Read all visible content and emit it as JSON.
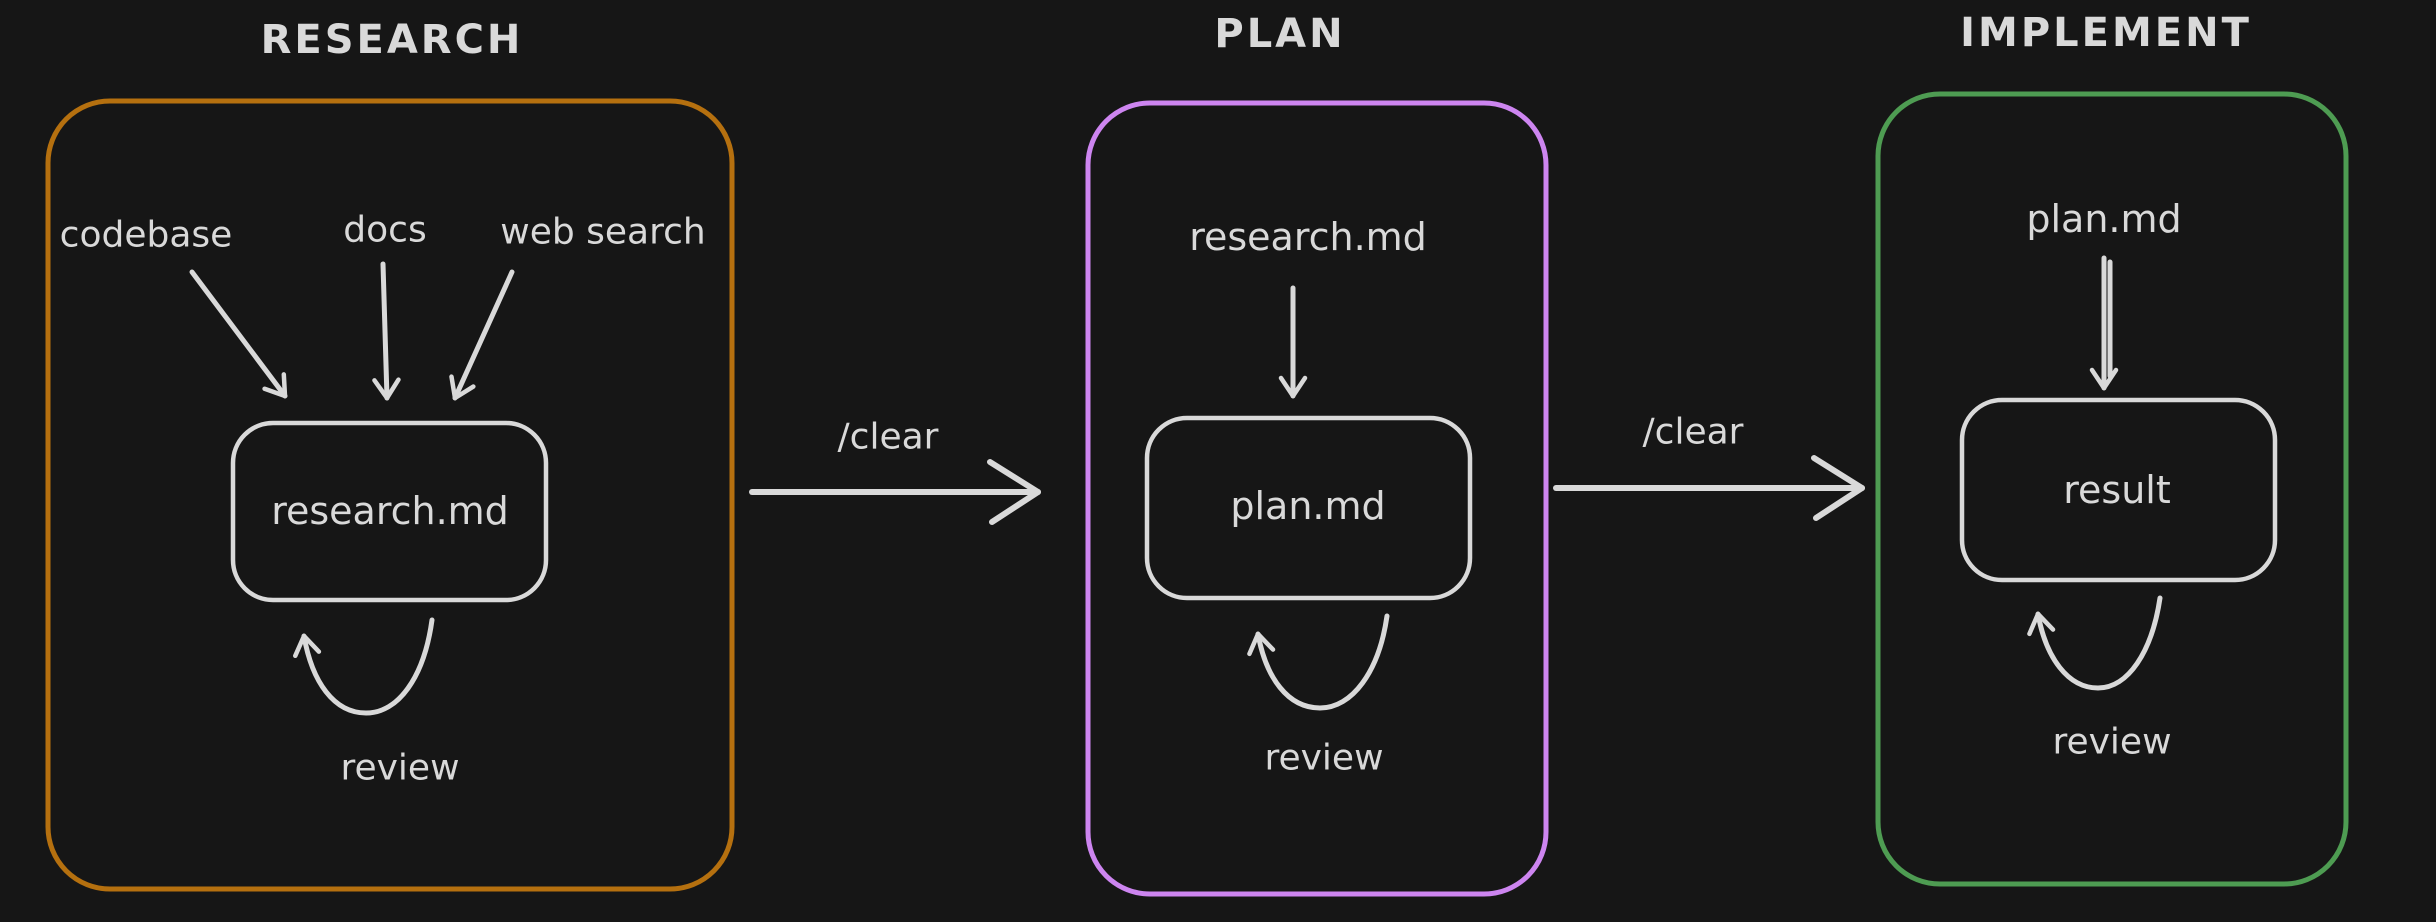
{
  "colors": {
    "background": "#161616",
    "research_accent": "#b5700f",
    "plan_accent": "#cd85f0",
    "implement_accent": "#4e9c52",
    "stroke_light": "#d9d9d9"
  },
  "stages": [
    {
      "id": "research",
      "title": "RESEARCH",
      "inputs": [
        "codebase",
        "docs",
        "web search"
      ],
      "node": "research.md",
      "loop_label": "review"
    },
    {
      "id": "plan",
      "title": "PLAN",
      "inputs": [
        "research.md"
      ],
      "node": "plan.md",
      "loop_label": "review"
    },
    {
      "id": "implement",
      "title": "IMPLEMENT",
      "inputs": [
        "plan.md"
      ],
      "node": "result",
      "loop_label": "review"
    }
  ],
  "transitions": [
    {
      "label": "/clear"
    },
    {
      "label": "/clear"
    }
  ]
}
